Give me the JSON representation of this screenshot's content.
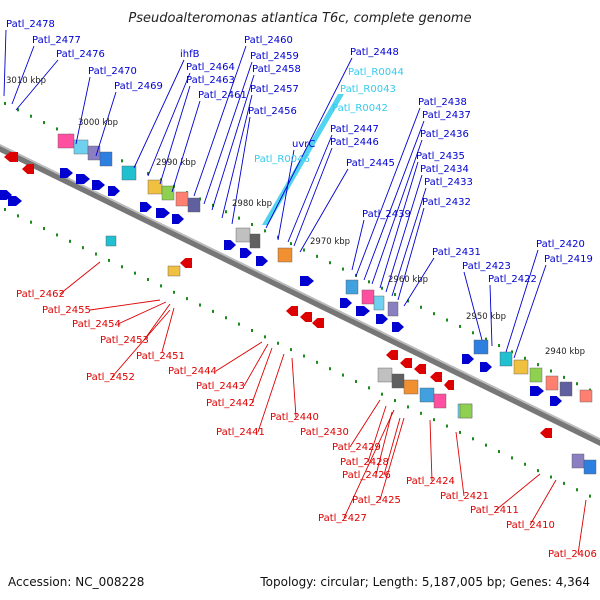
{
  "title": "Pseudoalteromonas atlantica T6c, complete genome",
  "accession": "Accession: NC_008228",
  "summary": "Topology: circular; Length: 5,187,005 bp; Genes: 4,364",
  "colors": {
    "forward": "#0000d0",
    "reverse": "#dd0000",
    "rna": "#33ccee",
    "backbone": "#888888",
    "tick": "#1a8a1a"
  },
  "scale_labels": [
    "3010 kbp",
    "3000 kbp",
    "2990 kbp",
    "2980 kbp",
    "2970 kbp",
    "2960 kbp",
    "2950 kbp",
    "2940 kbp"
  ],
  "forward_genes": [
    "Patl_2478",
    "Patl_2477",
    "Patl_2476",
    "Patl_2470",
    "Patl_2469",
    "ihfB",
    "Patl_2464",
    "Patl_2463",
    "Patl_2461",
    "Patl_2460",
    "Patl_2459",
    "Patl_2458",
    "Patl_2457",
    "Patl_2456",
    "Patl_2448",
    "Patl_2447",
    "Patl_2446",
    "Patl_2445",
    "uvrC",
    "Patl_2439",
    "Patl_2438",
    "Patl_2437",
    "Patl_2436",
    "Patl_2435",
    "Patl_2434",
    "Patl_2433",
    "Patl_2432",
    "Patl_2431",
    "Patl_2423",
    "Patl_2422",
    "Patl_2420",
    "Patl_2419"
  ],
  "rna_genes": [
    "Patl_R0044",
    "Patl_R0043",
    "Patl_R0042",
    "Patl_R0046"
  ],
  "reverse_genes": [
    "Patl_2462",
    "Patl_2455",
    "Patl_2454",
    "Patl_2453",
    "Patl_2451",
    "Patl_2452",
    "Patl_2444",
    "Patl_2443",
    "Patl_2442",
    "Patl_2441",
    "Patl_2440",
    "Patl_2430",
    "Patl_2429",
    "Patl_2428",
    "Patl_2426",
    "Patl_2425",
    "Patl_2427",
    "Patl_2424",
    "Patl_2421",
    "Patl_2411",
    "Patl_2410",
    "Patl_2406"
  ]
}
